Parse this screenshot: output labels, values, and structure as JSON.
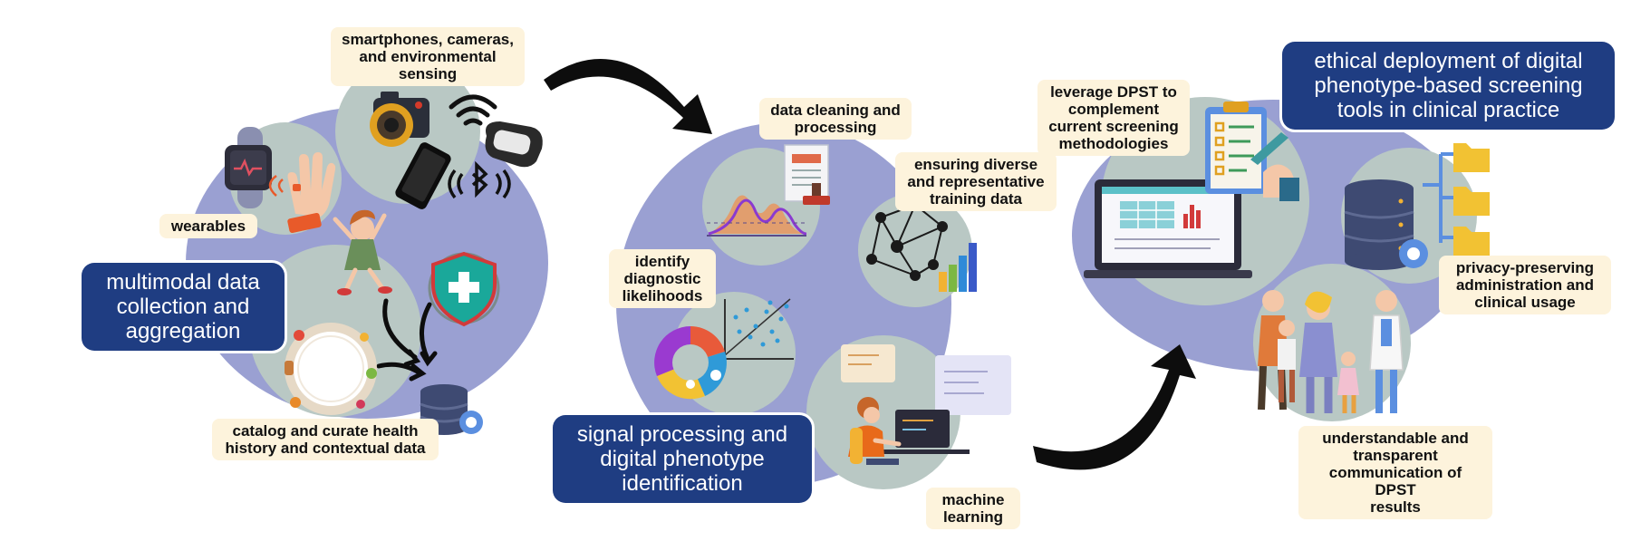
{
  "colors": {
    "lavender": "#9aa0d2",
    "grey_circle": "#b9c8c4",
    "label_bg": "#fdf3dc",
    "title_bg": "#1f3d82",
    "arrow": "#000000"
  },
  "stages": [
    {
      "title": "multimodal data\ncollection and\naggregation",
      "labels": [
        "smartphones, cameras,\nand environmental\nsensing",
        "wearables",
        "catalog and curate health\nhistory and contextual data"
      ],
      "icons": [
        "camera-icon",
        "wifi-icon",
        "smartphone-icon",
        "vr-headset-icon",
        "bluetooth-icon",
        "smartwatch-icon",
        "hand-ring-icon",
        "child-icon",
        "shield-cross-icon",
        "food-plate-icon",
        "database-icon",
        "gear-icon"
      ]
    },
    {
      "title": "signal processing and\ndigital phenotype\nidentification",
      "labels": [
        "data cleaning and\nprocessing",
        "ensuring diverse\nand representative\ntraining data",
        "identify\ndiagnostic\nlikelihoods",
        "machine\nlearning"
      ],
      "icons": [
        "area-chart-icon",
        "document-stamp-icon",
        "network-graph-icon",
        "bar-chart-icon",
        "scatter-plot-icon",
        "pie-chart-icon",
        "person-at-computer-icon"
      ]
    },
    {
      "title": "ethical deployment of digital\nphenotype-based screening\ntools in clinical practice",
      "labels": [
        "leverage DPST to\ncomplement\ncurrent screening\nmethodologies",
        "privacy-preserving\nadministration and\nclinical usage",
        "understandable and\ntransparent\ncommunication of DPST\nresults"
      ],
      "icons": [
        "laptop-icon",
        "clipboard-checklist-icon",
        "database-icon",
        "folder-tree-icon",
        "family-doctor-icon"
      ]
    }
  ]
}
